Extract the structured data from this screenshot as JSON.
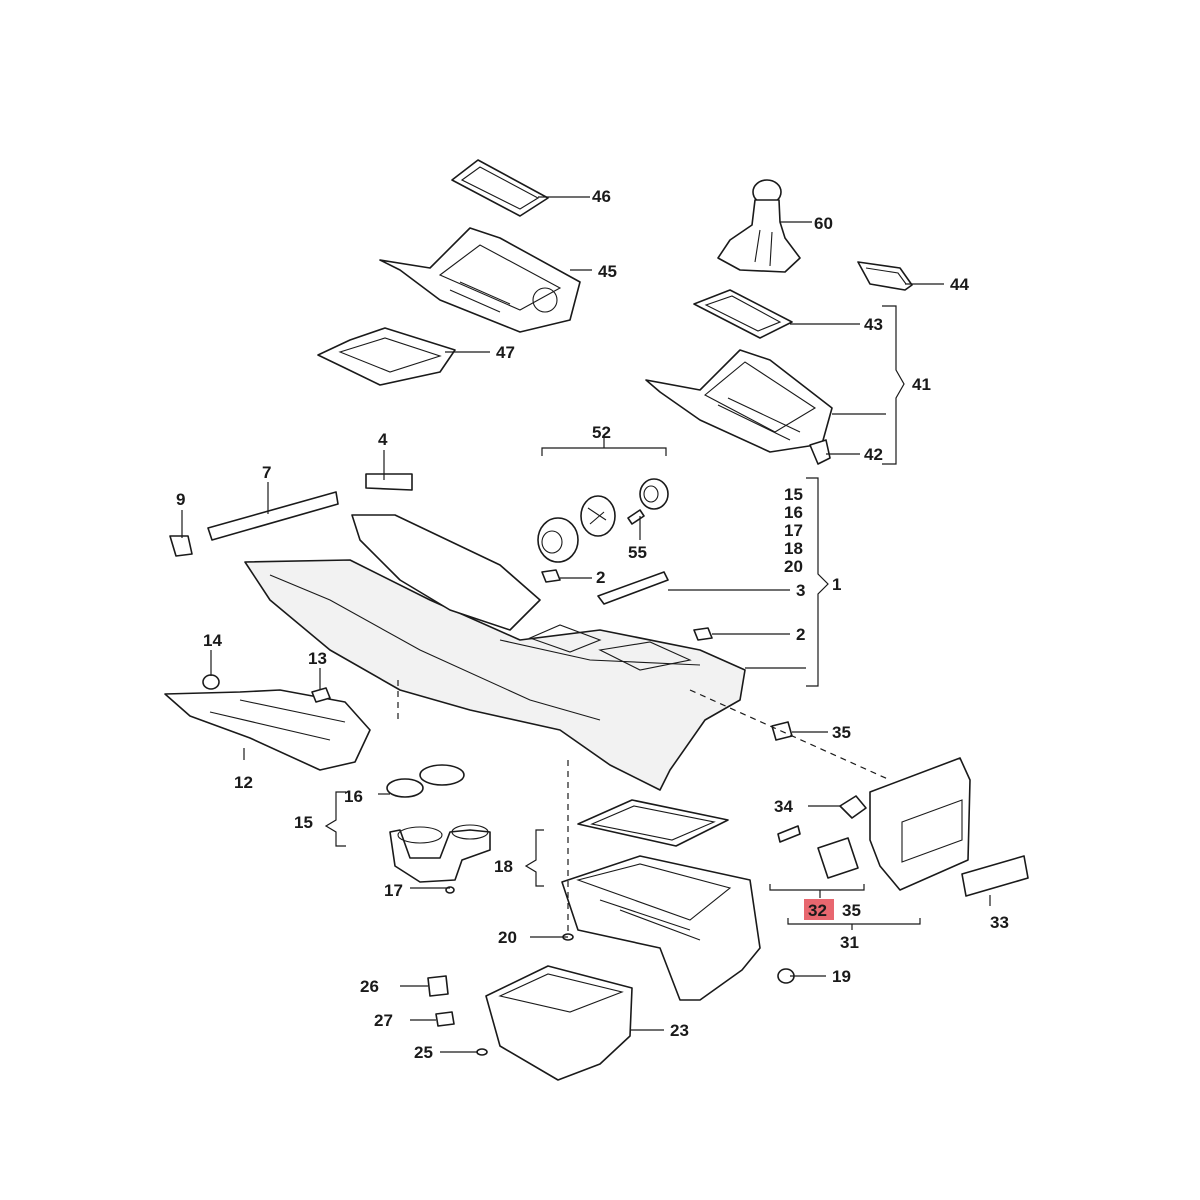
{
  "colors": {
    "line": "#1a1a1a",
    "highlight": "#e8676f",
    "background": "#ffffff"
  },
  "highlighted_part": "32",
  "labels": {
    "p46": "46",
    "p45": "45",
    "p47": "47",
    "p60": "60",
    "p44": "44",
    "p43": "43",
    "p41": "41",
    "p42": "42",
    "p52": "52",
    "p4": "4",
    "p7": "7",
    "p9": "9",
    "p55": "55",
    "p2a": "2",
    "p3": "3",
    "p2b": "2",
    "p1": "1",
    "g15": "15",
    "g16": "16",
    "g17": "17",
    "g18": "18",
    "g20": "20",
    "p14": "14",
    "p13": "13",
    "p12": "12",
    "p35a": "35",
    "p16": "16",
    "p15": "15",
    "p17": "17",
    "p34": "34",
    "p18": "18",
    "p20": "20",
    "p32": "32",
    "p35b": "35",
    "p31": "31",
    "p33": "33",
    "p19": "19",
    "p26": "26",
    "p27": "27",
    "p25": "25",
    "p23": "23"
  }
}
